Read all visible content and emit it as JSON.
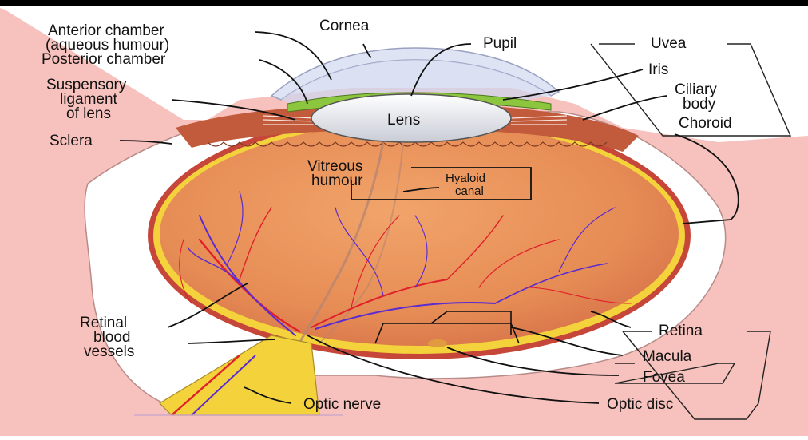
{
  "diagram": {
    "labels": {
      "anterior_chamber": "Anterior chamber",
      "aqueous_humour": "(aqueous humour)",
      "posterior_chamber": "Posterior chamber",
      "cornea": "Cornea",
      "pupil": "Pupil",
      "uvea": "Uvea",
      "iris": "Iris",
      "ciliary_1": "Ciliary",
      "ciliary_2": "body",
      "choroid": "Choroid",
      "suspensory_1": "Suspensory",
      "suspensory_2": "ligament",
      "suspensory_3": "of lens",
      "lens": "Lens",
      "sclera": "Sclera",
      "vitreous_1": "Vitreous",
      "vitreous_2": "humour",
      "hyaloid_1": "Hyaloid",
      "hyaloid_2": "canal",
      "retinal_1": "Retinal",
      "retinal_2": "blood",
      "retinal_3": "vessels",
      "retina": "Retina",
      "macula": "Macula",
      "fovea": "Fovea",
      "optic_nerve": "Optic nerve",
      "optic_disc": "Optic disc"
    },
    "colors": {
      "background_tissue": "#f7c2bd",
      "vitreous": "#e9925a",
      "sclera": "#ffffff",
      "choroid": "#c6473a",
      "retina": "#f3d23b",
      "iris": "#8cc63f",
      "cornea": "#dfe4f5",
      "artery": "#e0202a",
      "vein": "#5a2bd0",
      "top_bar": "#000000"
    }
  }
}
